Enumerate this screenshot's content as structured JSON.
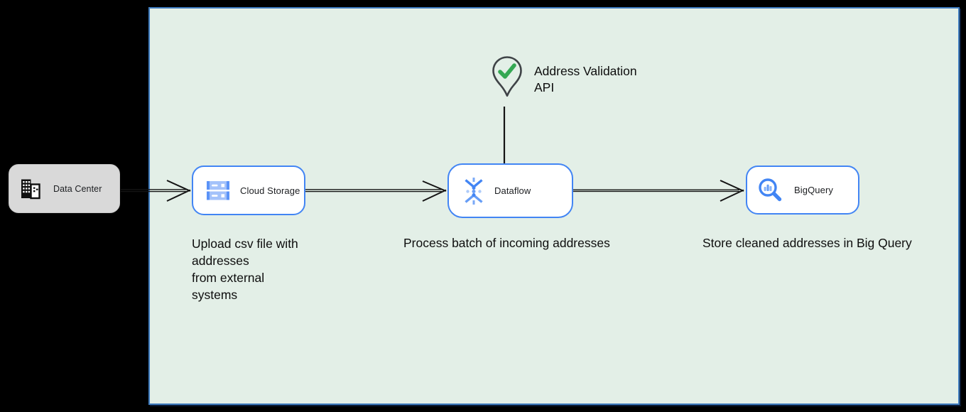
{
  "nodes": {
    "data_center": {
      "label": "Data Center"
    },
    "cloud_storage": {
      "label": "Cloud Storage"
    },
    "dataflow": {
      "label": "Dataflow"
    },
    "bigquery": {
      "label": "BigQuery"
    },
    "address_validation": {
      "label": "Address Validation\nAPI"
    }
  },
  "captions": {
    "cloud_storage": "Upload csv file with\naddresses\nfrom external\nsystems",
    "dataflow": "Process batch of incoming addresses",
    "bigquery": "Store cleaned addresses in Big Query"
  },
  "icons": {
    "data_center": "building-icon",
    "cloud_storage": "cloud-storage-icon",
    "dataflow": "dataflow-icon",
    "bigquery": "bigquery-icon",
    "address_validation": "map-pin-check-icon"
  },
  "colors": {
    "canvas_bg": "#000000",
    "panel_bg": "#e3efe7",
    "panel_border": "#3f7cbf",
    "node_border": "#4285f4",
    "node_bg": "#ffffff",
    "data_center_bg": "#d9d9d9",
    "arrow": "#141414",
    "check_green": "#34a853",
    "pin_outline": "#3f4347",
    "icon_blue": "#4285f4",
    "icon_blue_mid": "#669df6",
    "icon_blue_light": "#aecbfa"
  }
}
